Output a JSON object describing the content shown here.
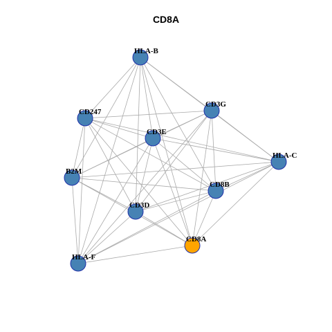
{
  "title": "CD8A",
  "colors": {
    "default_node": "#4682b4",
    "focus_node": "#ffa500",
    "node_border": "#1f2fa8",
    "edge": "#a9a9a9"
  },
  "nodes": [
    {
      "id": "HLA-B",
      "label": "HLA-B",
      "focus": false
    },
    {
      "id": "CD247",
      "label": "CD247",
      "focus": false
    },
    {
      "id": "CD3G",
      "label": "CD3G",
      "focus": false
    },
    {
      "id": "CD3E",
      "label": "CD3E",
      "focus": false
    },
    {
      "id": "HLA-C",
      "label": "HLA-C",
      "focus": false
    },
    {
      "id": "B2M",
      "label": "B2M",
      "focus": false
    },
    {
      "id": "CD8B",
      "label": "CD8B",
      "focus": false
    },
    {
      "id": "CD3D",
      "label": "CD3D",
      "focus": false
    },
    {
      "id": "CD8A",
      "label": "CD8A",
      "focus": true
    },
    {
      "id": "HLA-F",
      "label": "HLA-F",
      "focus": false
    }
  ],
  "edges": [
    [
      "HLA-B",
      "CD247"
    ],
    [
      "HLA-B",
      "CD3G"
    ],
    [
      "HLA-B",
      "CD3E"
    ],
    [
      "HLA-B",
      "HLA-C"
    ],
    [
      "HLA-B",
      "B2M"
    ],
    [
      "HLA-B",
      "CD8B"
    ],
    [
      "HLA-B",
      "CD3D"
    ],
    [
      "HLA-B",
      "CD8A"
    ],
    [
      "HLA-B",
      "HLA-F"
    ],
    [
      "CD247",
      "CD3G"
    ],
    [
      "CD247",
      "CD3E"
    ],
    [
      "CD247",
      "HLA-C"
    ],
    [
      "CD247",
      "B2M"
    ],
    [
      "CD247",
      "CD8B"
    ],
    [
      "CD247",
      "CD3D"
    ],
    [
      "CD247",
      "CD8A"
    ],
    [
      "CD247",
      "HLA-F"
    ],
    [
      "CD3G",
      "CD3E"
    ],
    [
      "CD3G",
      "HLA-C"
    ],
    [
      "CD3G",
      "B2M"
    ],
    [
      "CD3G",
      "CD8B"
    ],
    [
      "CD3G",
      "CD3D"
    ],
    [
      "CD3G",
      "CD8A"
    ],
    [
      "CD3G",
      "HLA-F"
    ],
    [
      "CD3E",
      "HLA-C"
    ],
    [
      "CD3E",
      "B2M"
    ],
    [
      "CD3E",
      "CD8B"
    ],
    [
      "CD3E",
      "CD3D"
    ],
    [
      "CD3E",
      "CD8A"
    ],
    [
      "CD3E",
      "HLA-F"
    ],
    [
      "HLA-C",
      "B2M"
    ],
    [
      "HLA-C",
      "CD8B"
    ],
    [
      "HLA-C",
      "CD3D"
    ],
    [
      "HLA-C",
      "CD8A"
    ],
    [
      "HLA-C",
      "HLA-F"
    ],
    [
      "B2M",
      "CD8B"
    ],
    [
      "B2M",
      "CD3D"
    ],
    [
      "B2M",
      "CD8A"
    ],
    [
      "B2M",
      "HLA-F"
    ],
    [
      "CD8B",
      "CD3D"
    ],
    [
      "CD8B",
      "CD8A"
    ],
    [
      "CD8B",
      "HLA-F"
    ],
    [
      "CD3D",
      "CD8A"
    ],
    [
      "CD3D",
      "HLA-F"
    ],
    [
      "CD8A",
      "HLA-F"
    ]
  ]
}
